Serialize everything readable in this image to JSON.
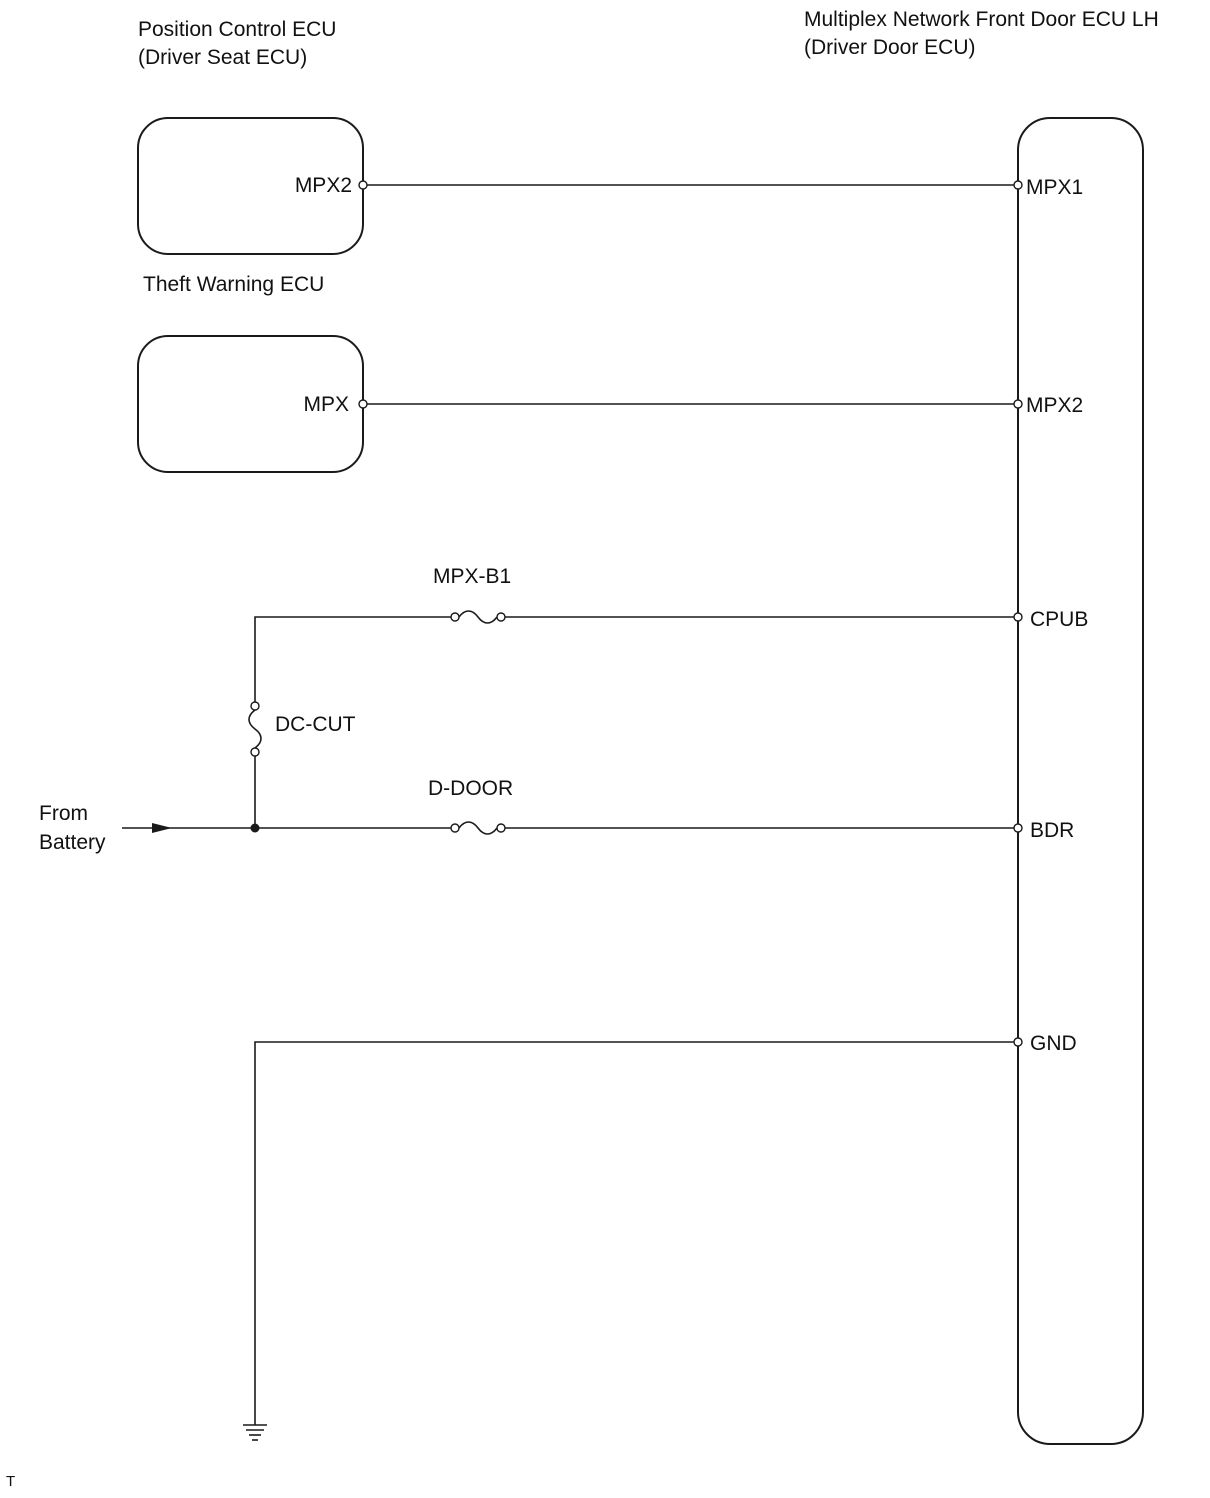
{
  "components": {
    "position_control_ecu": {
      "name_line1": "Position Control ECU",
      "name_line2": "(Driver Seat ECU)",
      "pin": "MPX2"
    },
    "theft_warning_ecu": {
      "name": "Theft Warning ECU",
      "pin": "MPX"
    },
    "driver_door_ecu": {
      "name_line1": "Multiplex Network Front Door ECU LH",
      "name_line2": "(Driver Door ECU)",
      "pins": [
        "MPX1",
        "MPX2",
        "CPUB",
        "BDR",
        "GND"
      ]
    }
  },
  "fuses": {
    "mpx_b1": "MPX-B1",
    "dc_cut": "DC-CUT",
    "d_door": "D-DOOR"
  },
  "power_source": {
    "line1": "From",
    "line2": "Battery"
  },
  "footer_mark": "T"
}
